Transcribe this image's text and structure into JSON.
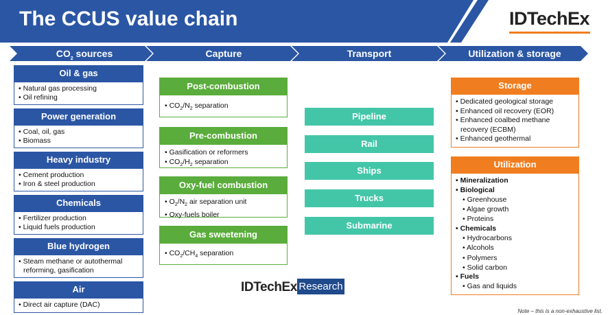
{
  "title": "The CCUS value chain",
  "logo": "IDTechEx",
  "colors": {
    "banner": "#2b56a4",
    "sources": "#2b56a4",
    "capture": "#5aad3c",
    "transport": "#43c6a8",
    "utilization": "#f07d20"
  },
  "stages": {
    "sources_pre": "CO",
    "sources_sub": "2",
    "sources_post": " sources",
    "capture": "Capture",
    "transport": "Transport",
    "utilization": "Utilization & storage"
  },
  "sources": [
    {
      "title": "Oil & gas",
      "items": [
        "Natural gas processing",
        "Oil refining"
      ]
    },
    {
      "title": "Power generation",
      "items": [
        "Coal, oil, gas",
        "Biomass"
      ]
    },
    {
      "title": "Heavy industry",
      "items": [
        "Cement production",
        "Iron & steel production"
      ]
    },
    {
      "title": "Chemicals",
      "items": [
        "Fertilizer production",
        "Liquid fuels production"
      ]
    },
    {
      "title": "Blue hydrogen",
      "items": [
        "Steam methane or autothermal",
        "reforming, gasification"
      ]
    },
    {
      "title": "Air",
      "items": [
        "Direct air capture (DAC)"
      ]
    }
  ],
  "capture": [
    {
      "title": "Post-combustion",
      "items": [
        {
          "a": "CO",
          "s1": "2",
          "b": "/N",
          "s2": "2",
          "c": " separation"
        }
      ]
    },
    {
      "title": "Pre-combustion",
      "items": [
        {
          "a": "Gasification or reformers",
          "s1": "",
          "b": "",
          "s2": "",
          "c": ""
        },
        {
          "a": "CO",
          "s1": "2",
          "b": "/H",
          "s2": "2",
          "c": " separation"
        }
      ]
    },
    {
      "title": "Oxy-fuel combustion",
      "items": [
        {
          "a": "O",
          "s1": "2",
          "b": "/N",
          "s2": "2",
          "c": " air separation unit"
        },
        {
          "a": "Oxy-fuels boiler",
          "s1": "",
          "b": "",
          "s2": "",
          "c": ""
        }
      ]
    },
    {
      "title": "Gas sweetening",
      "items": [
        {
          "a": "CO",
          "s1": "2",
          "b": "/CH",
          "s2": "4",
          "c": " separation"
        }
      ]
    }
  ],
  "transport": [
    "Pipeline",
    "Rail",
    "Ships",
    "Trucks",
    "Submarine"
  ],
  "storage": {
    "title": "Storage",
    "items": [
      "Dedicated geological storage",
      "Enhanced oil recovery (EOR)",
      "Enhanced coalbed methane",
      "recovery (ECBM)",
      "Enhanced geothermal"
    ]
  },
  "utilization": {
    "title": "Utilization",
    "mineralization": "Mineralization",
    "biological": "Biological",
    "biological_items": [
      "Greenhouse",
      "Algae growth",
      "Proteins"
    ],
    "chemicals": "Chemicals",
    "chemicals_items": [
      "Hydrocarbons",
      "Alcohols",
      "Polymers",
      "Solid carbon"
    ],
    "fuels": "Fuels",
    "fuels_items": [
      "Gas and liquids"
    ]
  },
  "research_logo": "IDTechEx",
  "research_tag": "Research",
  "note": "Note – this is a non-exhaustive list."
}
